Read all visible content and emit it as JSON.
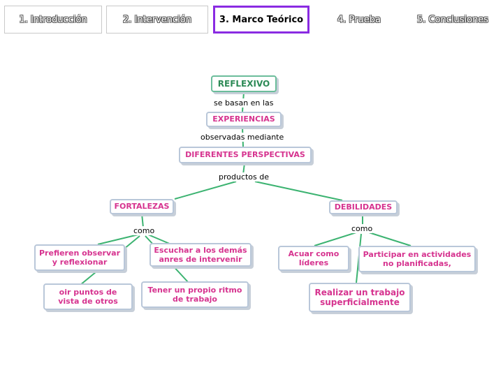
{
  "tabs": [
    {
      "label": "1. Introducción",
      "active": false
    },
    {
      "label": "2. Intervención",
      "active": false
    },
    {
      "label": "3. Marco Teórico",
      "active": true
    },
    {
      "label": "4. Prueba",
      "active": false
    },
    {
      "label": "5. Conclusiones",
      "active": false
    }
  ],
  "map": {
    "root": "REFLEXIVO",
    "link_basan": "se basan en las",
    "experiencias": "EXPERIENCIAS",
    "link_observadas": "observadas mediante",
    "perspectivas": "DIFERENTES PERSPECTIVAS",
    "link_productos": "productos de",
    "fortalezas": "FORTALEZAS",
    "debilidades": "DEBILIDADES",
    "link_como_left": "como",
    "link_como_right": "como",
    "f1": "Prefieren observar y reflexionar",
    "f2": "Escuchar a los demás anres de intervenir",
    "f3": "oir puntos de vista de otros",
    "f4": "Tener un propio ritmo de trabajo",
    "d1": "Acuar como líderes",
    "d2": "Participar en actividades no planificadas,",
    "d3": "Realizar un trabajo superficialmente"
  },
  "colors": {
    "accent": "#8a2be2",
    "concept_text": "#d6338f",
    "root_text": "#2e8b57",
    "line": "#3cb371"
  }
}
